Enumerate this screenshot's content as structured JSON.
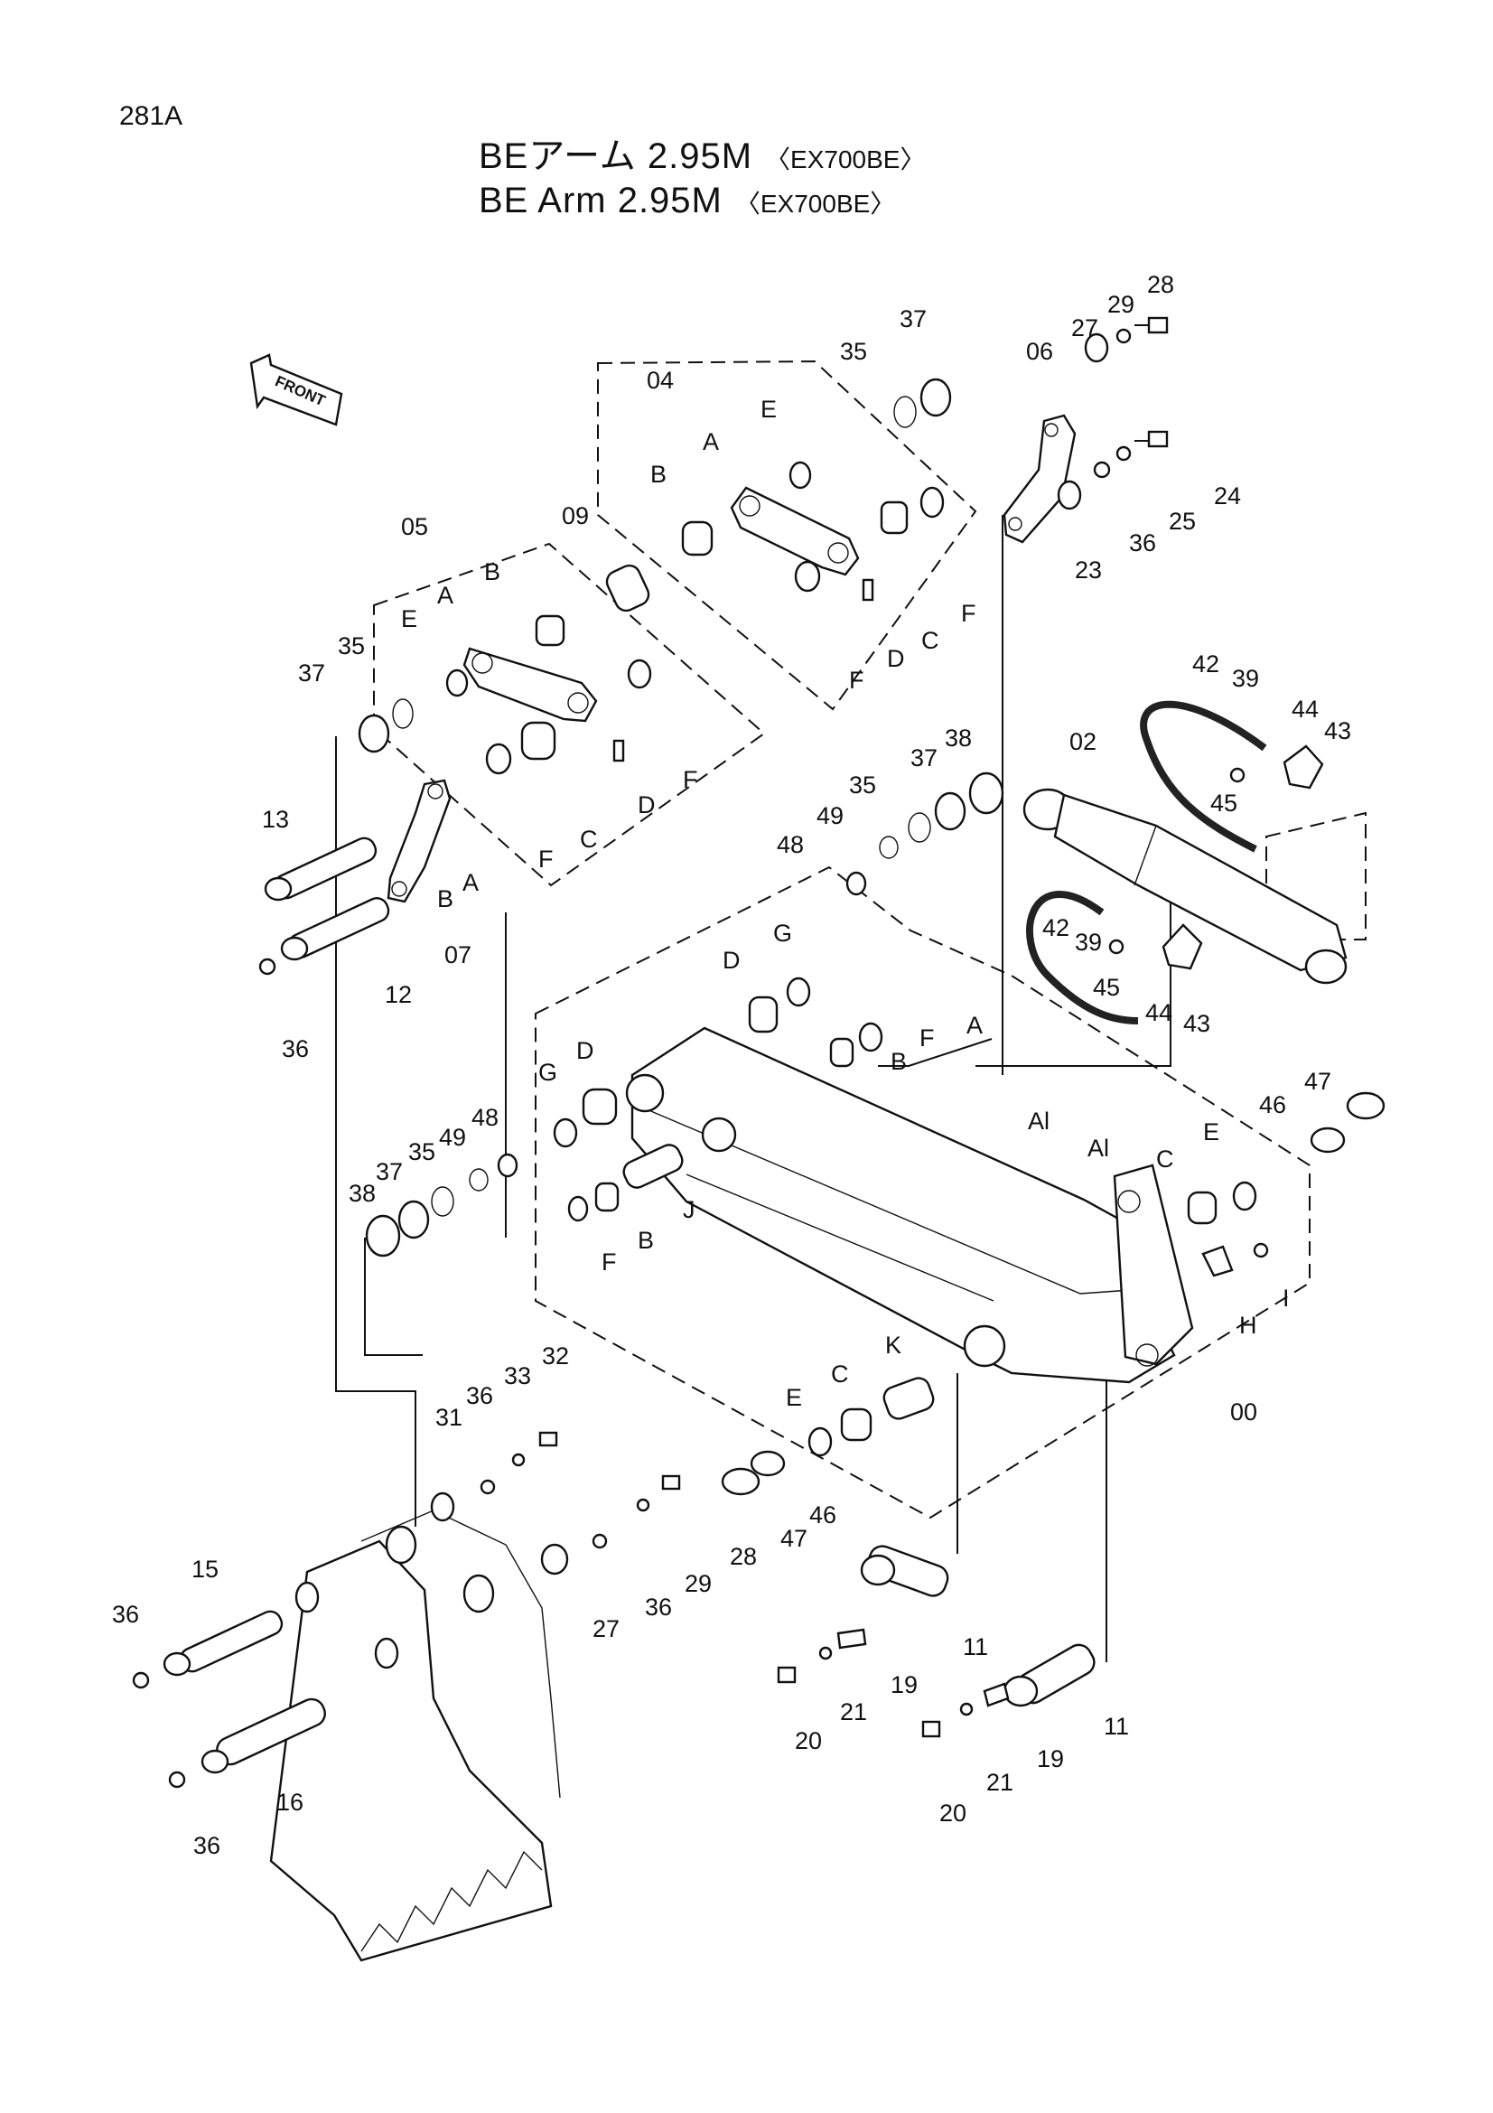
{
  "page_number": "281A",
  "title_jp": "BEアーム 2.95M",
  "title_en": "BE Arm 2.95M",
  "model": "〈EX700BE〉",
  "front_label": "FRONT",
  "callouts": {
    "c281": "28",
    "c29a": "29",
    "c27a": "27",
    "c06": "06",
    "c37a": "37",
    "c35a": "35",
    "c04": "04",
    "e1": "E",
    "a1": "A",
    "b1": "B",
    "c24": "24",
    "c25": "25",
    "c36a": "36",
    "c23": "23",
    "f1": "F",
    "d1": "D",
    "cc1": "C",
    "f2": "F",
    "c09": "09",
    "c05": "05",
    "bb2": "B",
    "aa2": "A",
    "ee2": "E",
    "c37b": "37",
    "c35b": "35",
    "f3": "F",
    "c42a": "42",
    "c39a": "39",
    "c44a": "44",
    "c43a": "43",
    "c02": "02",
    "c45a": "45",
    "c38a": "38",
    "c37c": "37",
    "c35c": "35",
    "c49a": "49",
    "c48a": "48",
    "c13": "13",
    "aa3": "A",
    "bb3": "B",
    "c07": "07",
    "dd2": "D",
    "cc2": "C",
    "f4": "F",
    "c12": "12",
    "c36b": "36",
    "gg1": "G",
    "dd3": "D",
    "c42b": "42",
    "c39b": "39",
    "c45b": "45",
    "c44b": "44",
    "c43b": "43",
    "ff5": "F",
    "bb4": "B",
    "aa4": "A",
    "al1": "Al",
    "al2": "Al",
    "gg2": "G",
    "dd4": "D",
    "c48b": "48",
    "c49b": "49",
    "c35d": "35",
    "c37d": "37",
    "c38b": "38",
    "ff6": "F",
    "bb5": "B",
    "jj": "J",
    "c47a": "47",
    "c46a": "46",
    "ee3": "E",
    "cc3": "C",
    "ii": "I",
    "hh": "H",
    "c00": "00",
    "kk": "K",
    "cc4": "C",
    "ee4": "E",
    "c46b": "46",
    "c47b": "47",
    "c32": "32",
    "c33": "33",
    "c36c": "36",
    "c31": "31",
    "c28b": "28",
    "c29b": "29",
    "c36d": "36",
    "c27b": "27",
    "c15": "15",
    "c36e": "36",
    "c16": "16",
    "c36f": "36",
    "c11a": "11",
    "c11b": "11",
    "c19a": "19",
    "c19b": "19",
    "c21a": "21",
    "c21b": "21",
    "c20a": "20",
    "c20b": "20"
  }
}
